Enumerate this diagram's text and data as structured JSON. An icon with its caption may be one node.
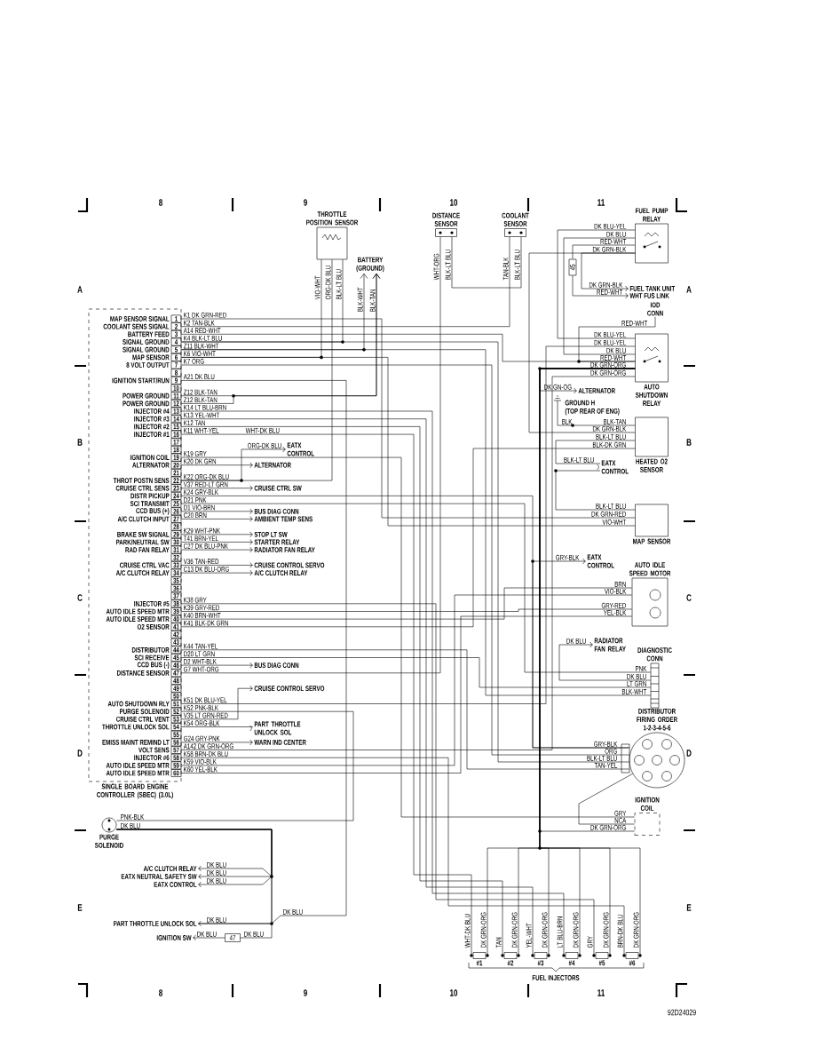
{
  "diagram": {
    "nodes": [
      {
        "text": [
          "SINGLE BOARD ENGINE CONTROLLER (SBEC) (3.0L)"
        ]
      },
      {
        "text": [
          "THROTTLE POSITION SENSOR"
        ]
      },
      {
        "text": [
          "BATTERY (GROUND)"
        ]
      },
      {
        "text": [
          "DISTANCE SENSOR"
        ]
      },
      {
        "text": [
          "COOLANT SENSOR"
        ]
      },
      {
        "text": [
          "FUEL PUMP RELAY"
        ]
      },
      {
        "text": [
          "45"
        ]
      },
      {
        "text": [
          "FUEL TANK UNIT"
        ]
      },
      {
        "text": [
          "WHT FUS LINK"
        ]
      },
      {
        "text": [
          "IOD CONN"
        ]
      },
      {
        "text": [
          "AUTO SHUTDOWN RELAY"
        ]
      },
      {
        "text": [
          "ALTERNATOR"
        ]
      },
      {
        "text": [
          "GROUND H",
          "(TOP REAR OF ENG)"
        ]
      },
      {
        "text": [
          "HEATED O2 SENSOR"
        ]
      },
      {
        "text": [
          "EATX CONTROL"
        ]
      },
      {
        "text": [
          "MAP SENSOR"
        ]
      },
      {
        "text": [
          "EATX CONTROL"
        ]
      },
      {
        "text": [
          "AUTO IDLE SPEED MOTOR"
        ]
      },
      {
        "text": [
          "RADIATOR FAN RELAY"
        ]
      },
      {
        "text": [
          "DIAGNOSTIC CONN"
        ]
      },
      {
        "text": [
          "DISTRIBUTOR",
          "FIRING ORDER 1-2-3-4-5-6"
        ]
      },
      {
        "text": [
          "IGNITION COIL"
        ]
      },
      {
        "text": [
          "PURGE SOLENOID"
        ]
      },
      {
        "text": [
          "#1"
        ]
      },
      {
        "text": [
          "#2"
        ]
      },
      {
        "text": [
          "#3"
        ]
      },
      {
        "text": [
          "#4"
        ]
      },
      {
        "text": [
          "#5"
        ]
      },
      {
        "text": [
          "#6"
        ]
      },
      {
        "text": [
          "A/C CLUTCH RELAY"
        ]
      },
      {
        "text": [
          "EATX NEUTRAL SAFETY SW"
        ]
      },
      {
        "text": [
          "EATX CONTROL"
        ]
      },
      {
        "text": [
          "PART THROTTLE UNLOCK SOL"
        ]
      },
      {
        "text": [
          "IGNITION SW"
        ]
      },
      {
        "text": [
          "47"
        ]
      },
      {
        "text": [
          "EATX CONTROL"
        ]
      },
      {
        "text": [
          "ALTERNATOR"
        ]
      },
      {
        "text": [
          "CRUISE CTRL SW"
        ]
      },
      {
        "text": [
          "BUS DIAG CONN"
        ]
      },
      {
        "text": [
          "AMBIENT TEMP SENS"
        ]
      },
      {
        "text": [
          "STOP LT SW"
        ]
      },
      {
        "text": [
          "STARTER RELAY"
        ]
      },
      {
        "text": [
          "RADIATOR FAN RELAY"
        ]
      },
      {
        "text": [
          "CRUISE CONTROL SERVO"
        ]
      },
      {
        "text": [
          "A/C CLUTCH RELAY"
        ]
      },
      {
        "text": [
          "BUS DIAG CONN"
        ]
      },
      {
        "text": [
          "CRUISE CONTROL SERVO"
        ]
      },
      {
        "text": [
          "PART THROTTLE UNLOCK SOL"
        ]
      },
      {
        "text": [
          "WARN IND CENTER"
        ]
      }
    ],
    "edges": [
      {
        "from": 0,
        "to": 15,
        "arrow": "none",
        "label": "K1 DK GRN-RED"
      },
      {
        "from": 0,
        "to": 4,
        "arrow": "none",
        "label": "K2 TAN-BLK"
      },
      {
        "from": 0,
        "to": 10,
        "arrow": "none",
        "label": "A14 RED-WHT"
      },
      {
        "from": 0,
        "to": 1,
        "arrow": "none",
        "label": "K4 BLK-LT BLU"
      },
      {
        "from": 0,
        "to": 20,
        "arrow": "none"
      },
      {
        "from": 0,
        "to": 2,
        "arrow": "to",
        "label": "Z11 BLK-WHT"
      },
      {
        "from": 0,
        "to": 19,
        "arrow": "none"
      },
      {
        "from": 0,
        "to": 1,
        "arrow": "none",
        "label": "K6 VIO-WHT"
      },
      {
        "from": 0,
        "to": 15,
        "arrow": "none"
      },
      {
        "from": 0,
        "to": 20,
        "arrow": "none",
        "label": "K7 ORG"
      },
      {
        "from": 0,
        "to": 32,
        "arrow": "none",
        "label": "A21 DK BLU"
      },
      {
        "from": 0,
        "to": 2,
        "arrow": "to",
        "label": "Z12 BLK-TAN"
      },
      {
        "from": 0,
        "to": 2,
        "arrow": "to",
        "label": "Z12 BLK-TAN"
      },
      {
        "from": 0,
        "to": 26,
        "arrow": "none",
        "label": "K14 LT BLU-BRN"
      },
      {
        "from": 0,
        "to": 25,
        "arrow": "none",
        "label": "K13 YEL-WHT"
      },
      {
        "from": 0,
        "to": 24,
        "arrow": "none",
        "label": "K12 TAN"
      },
      {
        "from": 0,
        "to": 23,
        "arrow": "none",
        "label": "K11 WHT-YEL"
      },
      {
        "from": 0,
        "to": 21,
        "arrow": "none",
        "label": "K19 GRY"
      },
      {
        "from": 0,
        "to": 36,
        "arrow": "none",
        "label": "K20 DK GRN"
      },
      {
        "from": 0,
        "to": 1,
        "arrow": "none",
        "label": "K22 ORG-DK BLU"
      },
      {
        "from": 0,
        "to": 35,
        "arrow": "none"
      },
      {
        "from": 0,
        "to": 37,
        "arrow": "none",
        "label": "V37 RED-LT GRN"
      },
      {
        "from": 0,
        "to": 20,
        "arrow": "none",
        "label": "K24 GRY-BLK"
      },
      {
        "from": 0,
        "to": 19,
        "arrow": "none",
        "label": "D21 PNK"
      },
      {
        "from": 0,
        "to": 38,
        "arrow": "none",
        "label": "D1 VIO-BRN"
      },
      {
        "from": 0,
        "to": 39,
        "arrow": "none",
        "label": "C20 BRN"
      },
      {
        "from": 0,
        "to": 40,
        "arrow": "none",
        "label": "K29 WHT-PNK"
      },
      {
        "from": 0,
        "to": 41,
        "arrow": "none",
        "label": "T41 BRN-YEL"
      },
      {
        "from": 0,
        "to": 42,
        "arrow": "none",
        "label": "C27 DK BLU-PNK"
      },
      {
        "from": 0,
        "to": 43,
        "arrow": "none",
        "label": "V36 TAN-RED"
      },
      {
        "from": 0,
        "to": 44,
        "arrow": "none",
        "label": "C13 DK BLU-ORG"
      },
      {
        "from": 0,
        "to": 27,
        "arrow": "none",
        "label": "K38 GRY"
      },
      {
        "from": 0,
        "to": 17,
        "arrow": "none",
        "label": "K39 GRY-RED"
      },
      {
        "from": 0,
        "to": 17,
        "arrow": "none",
        "label": "K40 BRN-WHT"
      },
      {
        "from": 0,
        "to": 13,
        "arrow": "none",
        "label": "K41 BLK-DK GRN"
      },
      {
        "from": 0,
        "to": 20,
        "arrow": "none",
        "label": "K44 TAN-YEL"
      },
      {
        "from": 0,
        "to": 19,
        "arrow": "none",
        "label": "D20 LT GRN"
      },
      {
        "from": 0,
        "to": 45,
        "arrow": "none",
        "label": "D2 WHT-BLK"
      },
      {
        "from": 0,
        "to": 3,
        "arrow": "none",
        "label": "G7 WHT-ORG"
      },
      {
        "from": 0,
        "to": 10,
        "arrow": "none",
        "label": "K51 DK BLU-YEL"
      },
      {
        "from": 0,
        "to": 22,
        "arrow": "none",
        "label": "K52 PNK-BLK"
      },
      {
        "from": 0,
        "to": 46,
        "arrow": "none",
        "label": "V35 LT GRN-RED"
      },
      {
        "from": 0,
        "to": 47,
        "arrow": "none",
        "label": "K54 ORG-BLK"
      },
      {
        "from": 0,
        "to": 48,
        "arrow": "none",
        "label": "G24 GRY-PNK"
      },
      {
        "from": 0,
        "to": 10,
        "arrow": "none",
        "label": "A142 DK GRN-ORG"
      },
      {
        "from": 0,
        "to": 28,
        "arrow": "none",
        "label": "K58 BRN-DK BLU"
      },
      {
        "from": 0,
        "to": 17,
        "arrow": "none",
        "label": "K59 VIO-BLK"
      },
      {
        "from": 0,
        "to": 17,
        "arrow": "none",
        "label": "K60 YEL-BLK"
      },
      {
        "from": 3,
        "to": 4,
        "arrow": "none"
      },
      {
        "from": 5,
        "to": 10,
        "arrow": "none"
      },
      {
        "from": 5,
        "to": 10,
        "arrow": "none"
      },
      {
        "from": 5,
        "to": 6,
        "arrow": "none"
      },
      {
        "from": 6,
        "to": 8,
        "arrow": "none"
      },
      {
        "from": 5,
        "to": 7,
        "arrow": "none"
      },
      {
        "from": 5,
        "to": 13,
        "arrow": "none"
      },
      {
        "from": 10,
        "to": 9,
        "arrow": "none"
      },
      {
        "from": 10,
        "to": 11,
        "arrow": "none"
      },
      {
        "from": 12,
        "to": 13,
        "arrow": "none"
      },
      {
        "from": 13,
        "to": 14,
        "arrow": "none"
      },
      {
        "from": 15,
        "to": 14,
        "arrow": "none"
      },
      {
        "from": 20,
        "to": 16,
        "arrow": "none"
      },
      {
        "from": 19,
        "to": 18,
        "arrow": "none"
      },
      {
        "from": 21,
        "to": 20,
        "arrow": "none"
      },
      {
        "from": 10,
        "to": 21,
        "arrow": "none"
      },
      {
        "from": 10,
        "to": 23,
        "arrow": "none"
      },
      {
        "from": 10,
        "to": 24,
        "arrow": "none"
      },
      {
        "from": 10,
        "to": 25,
        "arrow": "none"
      },
      {
        "from": 10,
        "to": 26,
        "arrow": "none"
      },
      {
        "from": 10,
        "to": 27,
        "arrow": "none"
      },
      {
        "from": 10,
        "to": 28,
        "arrow": "none"
      },
      {
        "from": 29,
        "to": 22,
        "arrow": "none"
      },
      {
        "from": 30,
        "to": 22,
        "arrow": "none"
      },
      {
        "from": 31,
        "to": 22,
        "arrow": "none"
      },
      {
        "from": 32,
        "to": 22,
        "arrow": "none"
      },
      {
        "from": 34,
        "to": 22,
        "arrow": "none"
      },
      {
        "from": 33,
        "to": 34,
        "arrow": "none"
      }
    ],
    "labels": [
      "8",
      "9",
      "10",
      "11",
      "A",
      "A",
      "B",
      "B",
      "C",
      "C",
      "D",
      "D",
      "E",
      "E",
      "MAP SENSOR SIGNAL",
      "COOLANT SENS SIGNAL",
      "BATTERY FEED",
      "SIGNAL GROUND",
      "SIGNAL GROUND",
      "MAP SENSOR",
      "8 VOLT OUTPUT",
      "IGNITION START/RUN",
      "POWER GROUND",
      "POWER GROUND",
      "INJECTOR #4",
      "INJECTOR #3",
      "INJECTOR #2",
      "INJECTOR #1",
      "IGNITION COIL",
      "ALTERNATOR",
      "THROT POSTN SENS",
      "CRUISE CTRL SENS",
      "DISTR PICKUP",
      "SCI TRANSMIT",
      "CCD BUS (+)",
      "A/C CLUTCH INPUT",
      "BRAKE SW SIGNAL",
      "PARK/NEUTRAL SW",
      "RAD FAN RELAY",
      "CRUISE CTRL VAC",
      "A/C CLUTCH RELAY",
      "INJECTOR #5",
      "AUTO IDLE SPEED MTR",
      "AUTO IDLE SPEED MTR",
      "O2 SENSOR",
      "DISTRIBUTOR",
      "SCI RECEIVE",
      "CCD BUS (-)",
      "DISTANCE SENSOR",
      "AUTO SHUTDOWN RLY",
      "PURGE SOLENOID",
      "CRUISE CTRL VENT",
      "THROTTLE UNLOCK SOL",
      "EMISS MAINT REMIND LT",
      "VOLT SENS",
      "INJECTOR #6",
      "AUTO IDLE SPEED MTR",
      "AUTO IDLE SPEED MTR",
      "1",
      "2",
      "3",
      "4",
      "5",
      "6",
      "7",
      "8",
      "9",
      "10",
      "11",
      "12",
      "13",
      "14",
      "15",
      "16",
      "17",
      "18",
      "19",
      "20",
      "21",
      "22",
      "23",
      "24",
      "25",
      "26",
      "27",
      "28",
      "29",
      "30",
      "31",
      "32",
      "33",
      "34",
      "35",
      "36",
      "37",
      "38",
      "39",
      "40",
      "41",
      "42",
      "43",
      "44",
      "45",
      "46",
      "47",
      "48",
      "49",
      "50",
      "51",
      "52",
      "53",
      "54",
      "55",
      "56",
      "57",
      "58",
      "59",
      "60",
      "VIO-WHT",
      "ORG-DK BLU",
      "BLK-LT BLU",
      "BLK-WHT",
      "BLK-TAN",
      "WHT-ORG",
      "BLK-LT BLU",
      "TAN-BLK",
      "BLK-LT BLU",
      "DK BLU-YEL",
      "DK BLU",
      "RED-WHT",
      "DK GRN-BLK",
      "DK GRN-BLK",
      "RED-WHT",
      "RED-WHT",
      "DK BLU-YEL",
      "DK BLU-YEL",
      "DK BLU",
      "RED-WHT",
      "DK GRN-ORG",
      "DK GRN-ORG",
      "DK GN-OG",
      "BLK",
      "BLK-TAN",
      "DK GRN-BLK",
      "BLK-LT BLU",
      "BLK-DK GRN",
      "BLK-LT BLU",
      "BLK-LT BLU",
      "DK GRN-RED",
      "VIO-WHT",
      "GRY-BLK",
      "BRN",
      "VIO-BLK",
      "GRY-RED",
      "YEL-BLK",
      "DK BLU",
      "PNK",
      "DK BLU",
      "LT GRN",
      "BLK-WHT",
      "GRY-BLK",
      "ORG",
      "BLK-LT BLU",
      "TAN-YEL",
      "GRY",
      "NCA",
      "DK GRN-ORG",
      "WHT-DK BLU",
      "DK GRN-ORG",
      "TAN",
      "DK GRN-ORG",
      "YEL-WHT",
      "DK GRN-ORG",
      "LT BLU-BRN",
      "DK GRN-ORG",
      "GRY",
      "DK GRN-ORG",
      "BRN-DK BLU",
      "DK GRN-ORG",
      "FUEL INJECTORS",
      "WHT-DK BLU",
      "ORG-DK BLU",
      "PNK-BLK",
      "DK BLU",
      "DK BLU",
      "DK BLU",
      "DK BLU",
      "DK BLU",
      "DK BLU",
      "DK BLU",
      "DK BLU",
      "8",
      "9",
      "10",
      "11",
      "92D24029"
    ]
  }
}
